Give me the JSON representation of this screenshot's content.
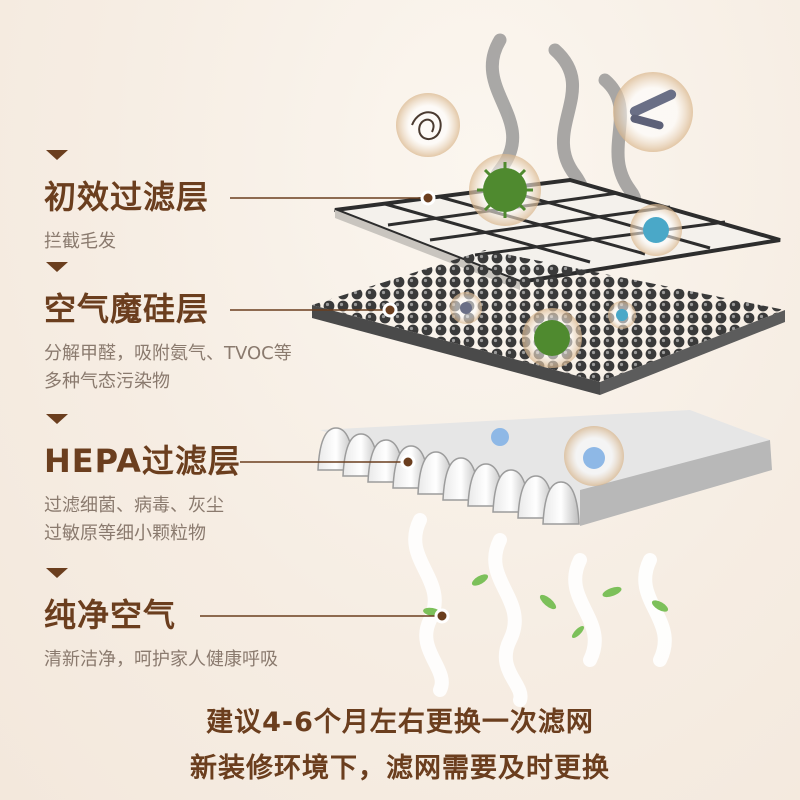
{
  "layers": [
    {
      "title": "初效过滤层",
      "desc": [
        "拦截毛发"
      ]
    },
    {
      "title": "空气魔硅层",
      "desc": [
        "分解甲醛，吸附氨气、TVOC等",
        "多种气态污染物"
      ]
    },
    {
      "title": "HEPA过滤层",
      "desc": [
        "过滤细菌、病毒、灰尘",
        "过敏原等细小颗粒物"
      ]
    },
    {
      "title": "纯净空气",
      "desc": [
        "清新洁净，呵护家人健康呼吸"
      ]
    }
  ],
  "bottom": {
    "line1": "建议4-6个月左右更换一次滤网",
    "line2": "新装修环境下，滤网需要及时更换"
  },
  "colors": {
    "brand_brown": "#6b3e1e",
    "desc_gray": "#8a7a6e",
    "background": "#f6ede3"
  },
  "icons": [
    "hair-bubble-icon",
    "bacteria-bubble-icon",
    "virus-icon",
    "pollen-icon",
    "dust-mite-icon",
    "leaf-icon"
  ]
}
